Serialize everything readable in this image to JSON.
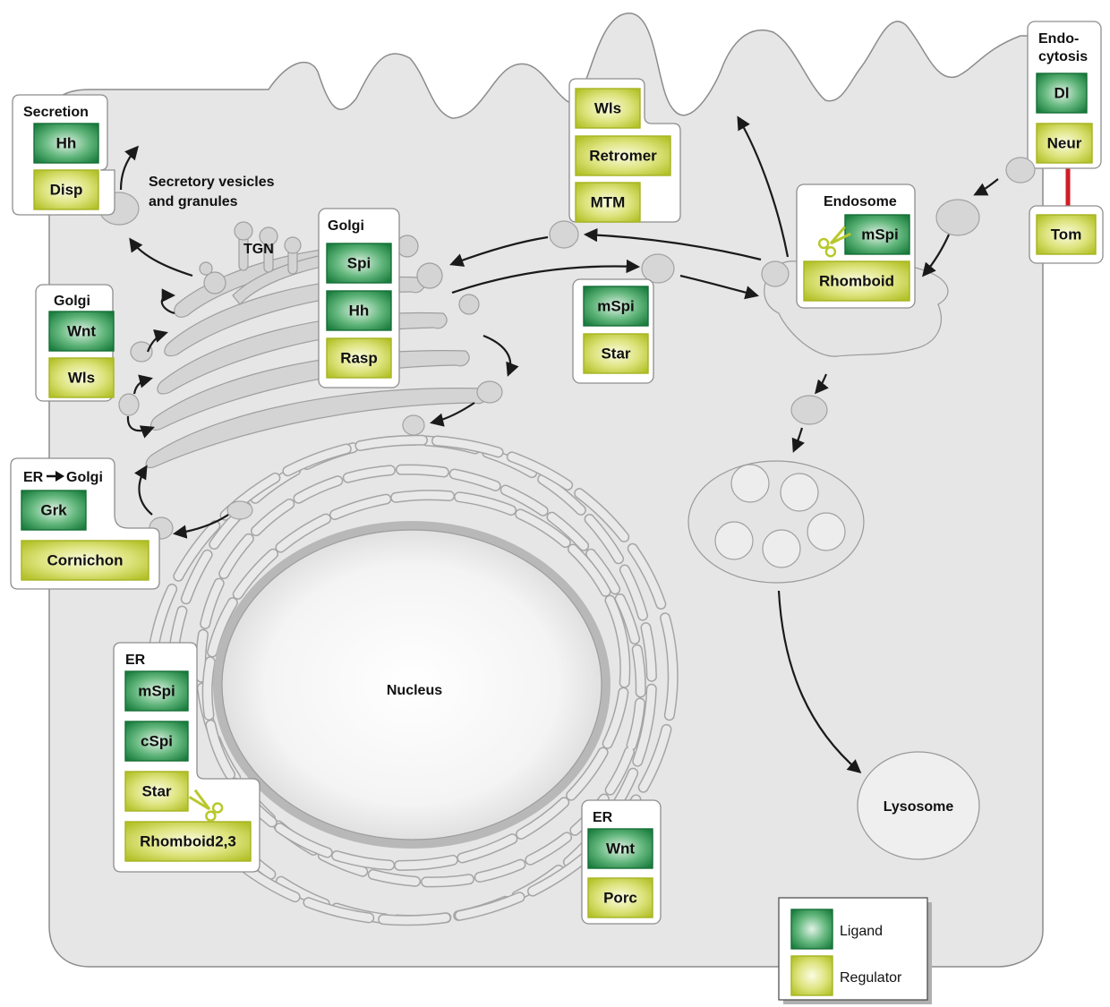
{
  "colors": {
    "ligand": "#1e8b46",
    "regulator": "#b8c82b",
    "inhibition": "#d21c24"
  },
  "panels": {
    "secretion": {
      "title": "Secretion",
      "boxes": [
        {
          "label": "Hh",
          "kind": "ligand"
        },
        {
          "label": "Disp",
          "kind": "regulator"
        }
      ]
    },
    "golgi_wnt": {
      "title": "Golgi",
      "boxes": [
        {
          "label": "Wnt",
          "kind": "ligand"
        },
        {
          "label": "Wls",
          "kind": "regulator"
        }
      ]
    },
    "er_golgi": {
      "title_left": "ER",
      "title_right": "Golgi",
      "boxes": [
        {
          "label": "Grk",
          "kind": "ligand"
        },
        {
          "label": "Cornichon",
          "kind": "regulator"
        }
      ]
    },
    "golgi_main": {
      "title": "Golgi",
      "boxes": [
        {
          "label": "Spi",
          "kind": "ligand"
        },
        {
          "label": "Hh",
          "kind": "ligand"
        },
        {
          "label": "Rasp",
          "kind": "regulator"
        }
      ]
    },
    "retromer": {
      "boxes": [
        {
          "label": "Wls",
          "kind": "regulator"
        },
        {
          "label": "Retromer",
          "kind": "regulator"
        },
        {
          "label": "MTM",
          "kind": "regulator"
        }
      ]
    },
    "transport": {
      "boxes": [
        {
          "label": "mSpi",
          "kind": "ligand"
        },
        {
          "label": "Star",
          "kind": "regulator"
        }
      ]
    },
    "endosome": {
      "title": "Endosome",
      "boxes": [
        {
          "label": "mSpi",
          "kind": "ligand"
        },
        {
          "label": "Rhomboid",
          "kind": "regulator"
        }
      ]
    },
    "endocytosis": {
      "title_line1": "Endo-",
      "title_line2": "cytosis",
      "boxes": [
        {
          "label": "Dl",
          "kind": "ligand"
        },
        {
          "label": "Neur",
          "kind": "regulator"
        }
      ]
    },
    "tom": {
      "boxes": [
        {
          "label": "Tom",
          "kind": "regulator"
        }
      ]
    },
    "er_spi": {
      "title": "ER",
      "boxes": [
        {
          "label": "mSpi",
          "kind": "ligand"
        },
        {
          "label": "cSpi",
          "kind": "ligand"
        },
        {
          "label": "Star",
          "kind": "regulator"
        },
        {
          "label": "Rhomboid2,3",
          "kind": "regulator"
        }
      ]
    },
    "er_wnt": {
      "title": "ER",
      "boxes": [
        {
          "label": "Wnt",
          "kind": "ligand"
        },
        {
          "label": "Porc",
          "kind": "regulator"
        }
      ]
    }
  },
  "labels": {
    "secretory_line1": "Secretory vesicles",
    "secretory_line2": "and granules",
    "tgn": "TGN",
    "nucleus": "Nucleus",
    "lysosome": "Lysosome"
  },
  "legend": {
    "items": [
      {
        "label": "Ligand",
        "kind": "ligand"
      },
      {
        "label": "Regulator",
        "kind": "regulator"
      }
    ]
  }
}
